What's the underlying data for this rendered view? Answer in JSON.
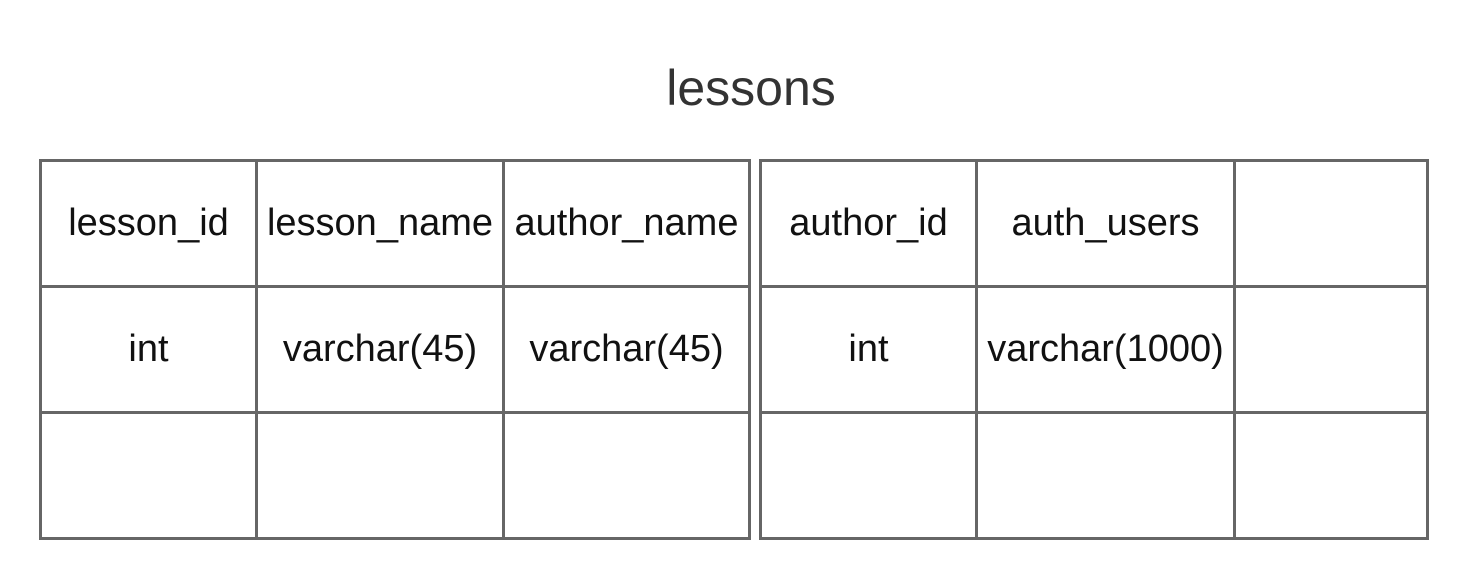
{
  "title": "lessons",
  "tables": [
    {
      "rows": [
        [
          "lesson_id",
          "lesson_name",
          "author_name"
        ],
        [
          "int",
          "varchar(45)",
          "varchar(45)"
        ],
        [
          "",
          "",
          ""
        ]
      ]
    },
    {
      "rows": [
        [
          "author_id",
          "auth_users",
          ""
        ],
        [
          "int",
          "varchar(1000)",
          ""
        ],
        [
          "",
          "",
          ""
        ]
      ]
    }
  ]
}
